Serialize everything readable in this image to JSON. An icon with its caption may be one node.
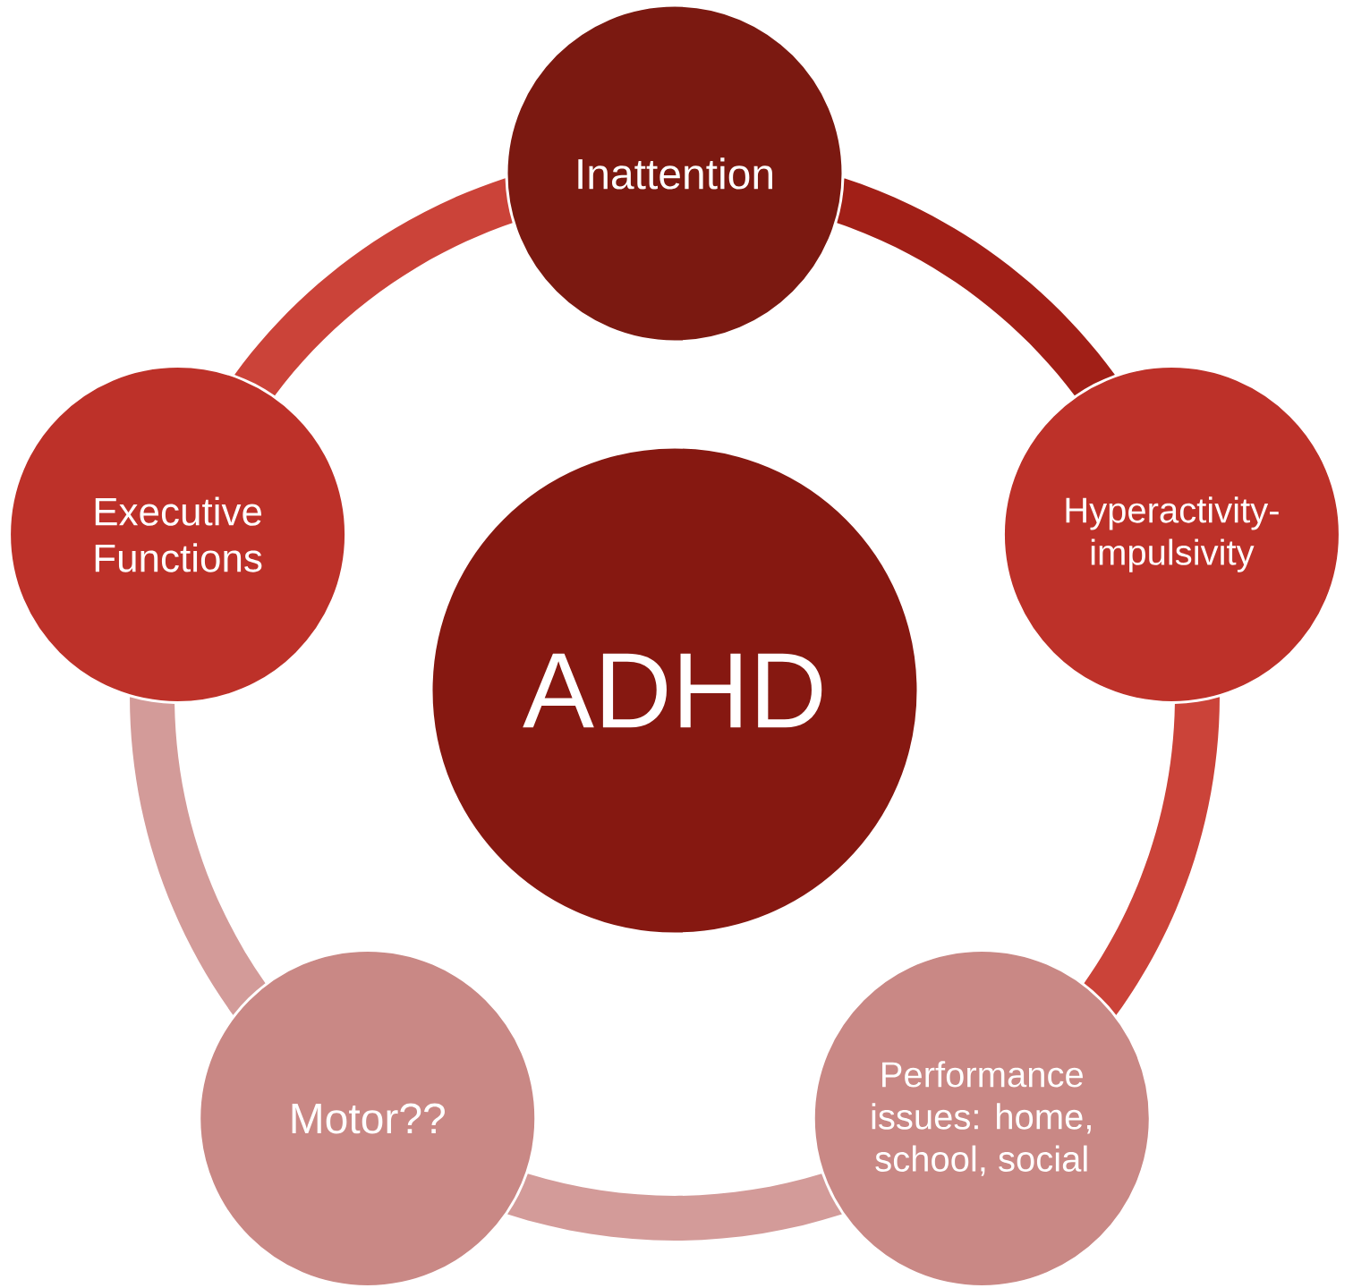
{
  "diagram": {
    "nodes": [
      {
        "text": [
          "Inattention"
        ]
      },
      {
        "text": [
          "Executive Functions"
        ]
      },
      {
        "text": [
          "Hyperactivity-impulsivity"
        ]
      },
      {
        "text": [
          "ADHD"
        ]
      },
      {
        "text": [
          "Motor??"
        ]
      },
      {
        "text": [
          "Performance issues: home, school, social"
        ]
      }
    ],
    "edges": [
      {
        "from": 0,
        "to": 2,
        "arrow": "none",
        "color": "#a11f17"
      },
      {
        "from": 2,
        "to": 5,
        "arrow": "none",
        "color": "#cb4339"
      },
      {
        "from": 5,
        "to": 4,
        "arrow": "none",
        "color": "#d39b99"
      },
      {
        "from": 4,
        "to": 1,
        "arrow": "none",
        "color": "#d39b99"
      },
      {
        "from": 1,
        "to": 0,
        "arrow": "none",
        "color": "#cb4339"
      }
    ]
  }
}
